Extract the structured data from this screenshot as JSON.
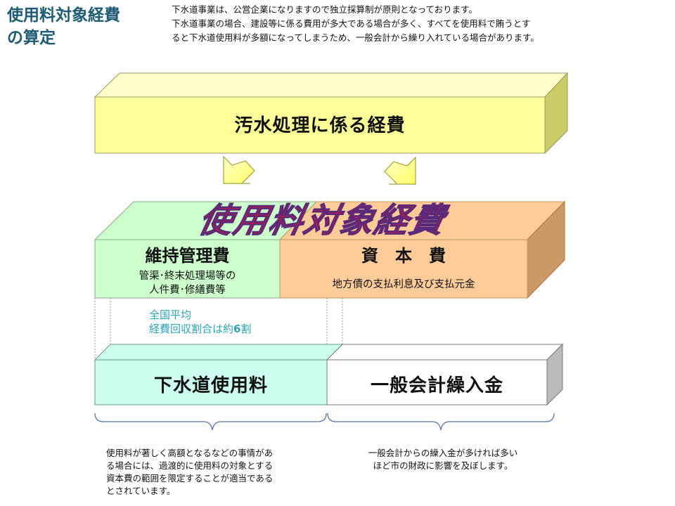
{
  "title": {
    "line1": "使用料対象経費",
    "line2": "の算定"
  },
  "intro": {
    "line1": "下水道事業は、公営企業になりますので独立採算制が原則となっております。",
    "line2": "下水道事業の場合、建設等に係る費用が多大である場合が多く、すべてを使用料で賄うとす",
    "line3": "ると下水道使用料が多額になってしまうため、一般会計から繰り入れている場合があります。"
  },
  "top_box": {
    "label": "汚水処理に係る経費"
  },
  "middle": {
    "banner": "使用料対象経費",
    "maintenance": {
      "title": "維持管理費",
      "detail1": "管渠･終末処理場等の",
      "detail2": "人件費･修繕費等"
    },
    "capital": {
      "title": "資　本　費",
      "detail": "地方債の支払利息及び支払元金"
    }
  },
  "average_note": {
    "line1": "全国平均",
    "line2_prefix": "経費回収割合は約",
    "line2_value": "6",
    "line2_suffix": "割"
  },
  "bottom": {
    "sewer_fee": "下水道使用料",
    "general_transfer": "一般会計繰入金"
  },
  "notes": {
    "left": [
      "使用料が著しく高額となるなどの事情があ",
      "る場合には、過渡的に使用料の対象とする",
      "資本費の範囲を限定することが適当である",
      "とされています。"
    ],
    "right": [
      "一般会計からの繰入金が多ければ多い",
      "ほど市の財政に影響を及ぼします。"
    ]
  },
  "colors": {
    "title": "#1f5c74",
    "top_box": "#ffff99",
    "maintenance": "#ccffcc",
    "capital": "#ffcc99",
    "sewer_fee": "#ccfff0",
    "banner_text": "#e8102a",
    "average_note": "#2fa3b8"
  }
}
